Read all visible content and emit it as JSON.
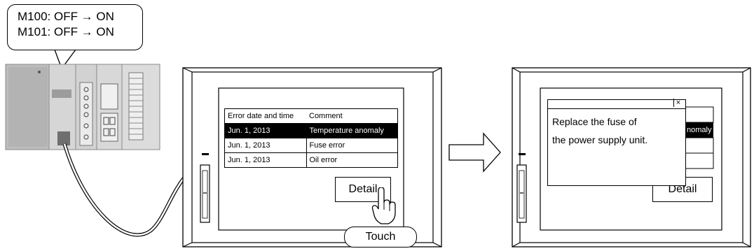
{
  "callout": {
    "line1": "M100: OFF → ON",
    "line2": "M101: OFF → ON"
  },
  "hmi_left": {
    "table": {
      "header": [
        "Error date and time",
        "Comment"
      ],
      "rows": [
        {
          "date": "Jun. 1, 2013",
          "comment": "Temperature anomaly",
          "selected": true
        },
        {
          "date": "Jun. 1, 2013",
          "comment": "Fuse error",
          "selected": false
        },
        {
          "date": "Jun. 1, 2013",
          "comment": "Oil error",
          "selected": false
        }
      ]
    },
    "detail_label": "Detail",
    "touch_label": "Touch"
  },
  "hmi_right": {
    "table_partial": {
      "visible_text": "nomaly"
    },
    "popup": {
      "line1": "Replace the fuse of",
      "line2": "the power supply unit.",
      "close_glyph": "×"
    },
    "detail_label": "Detail"
  },
  "icons": [
    "plc-unit",
    "cable",
    "hmi-panel",
    "hand-pointer-icon",
    "arrow-right-icon",
    "close-icon"
  ]
}
